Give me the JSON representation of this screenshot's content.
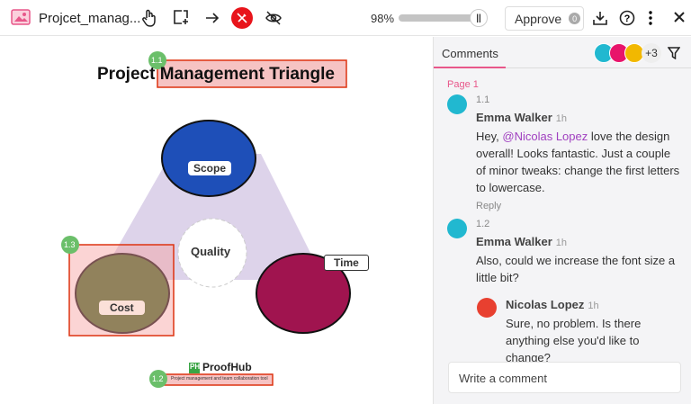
{
  "toolbar": {
    "file_name": "Projcet_manag...",
    "zoom": "98%",
    "zoom_value": 98,
    "approve_label": "Approve",
    "approve_count": "0",
    "icons": [
      "image-icon",
      "hand-icon",
      "add-box-icon",
      "arrow-icon",
      "pen-off-icon",
      "eye-off-icon",
      "download-icon",
      "help-icon",
      "more-icon",
      "close-icon"
    ],
    "accent": "#e8141b"
  },
  "canvas": {
    "title_a": "Project ",
    "title_b": "Management Triangle",
    "scope": "Scope",
    "quality": "Quality",
    "time": "Time",
    "cost": "Cost",
    "brand": "ProofHub",
    "brand_logo": "PH",
    "tagline": "Project management and team collaboration tool",
    "markers": [
      "1.1",
      "1.2",
      "1.3"
    ]
  },
  "panel": {
    "tab": "Comments",
    "more_count": "+3",
    "page": "Page 1",
    "accent": "#e8578a",
    "comments": [
      {
        "num": "1.1",
        "author": "Emma Walker",
        "time": "1h",
        "mention": "@Nicolas Lopez",
        "text_before": "Hey, ",
        "text_after": " love the design overall!  Looks fantastic. Just a couple of minor tweaks: change the first letters to lowercase.",
        "reply": "Reply"
      },
      {
        "num": "1.2",
        "author": "Emma Walker",
        "time": "1h",
        "text": "Also, could we increase the font size a little bit?"
      },
      {
        "author": "Nicolas Lopez",
        "time": "1h",
        "text": "Sure, no problem. Is there anything else you'd like to change?"
      }
    ],
    "input_placeholder": "Write a comment"
  }
}
